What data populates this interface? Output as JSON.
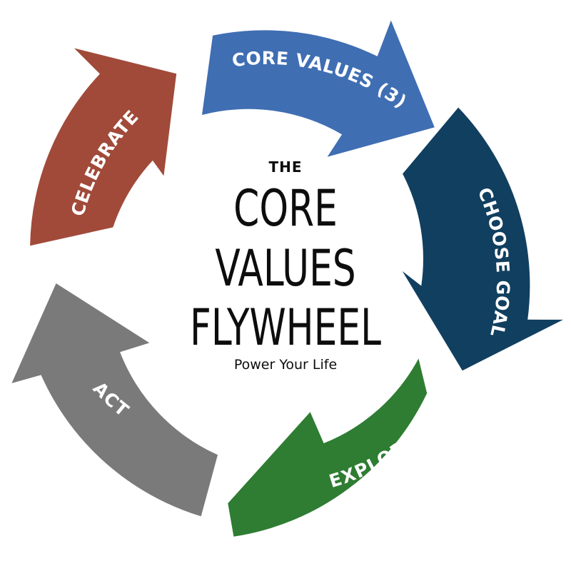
{
  "center": {
    "prefix": "THE",
    "title_lines": [
      "CORE",
      "VALUES",
      "FLYWHEEL"
    ],
    "tagline": "Power Your Life"
  },
  "steps": [
    {
      "label": "CORE VALUES (3)",
      "color": "#3F6EB3"
    },
    {
      "label": "CHOOSE GOAL",
      "color": "#113F5F"
    },
    {
      "label": "EXPLORE",
      "color": "#2E7D32"
    },
    {
      "label": "ACT",
      "color": "#7A7A7A"
    },
    {
      "label": "CELEBRATE",
      "color": "#A14A3A"
    }
  ]
}
